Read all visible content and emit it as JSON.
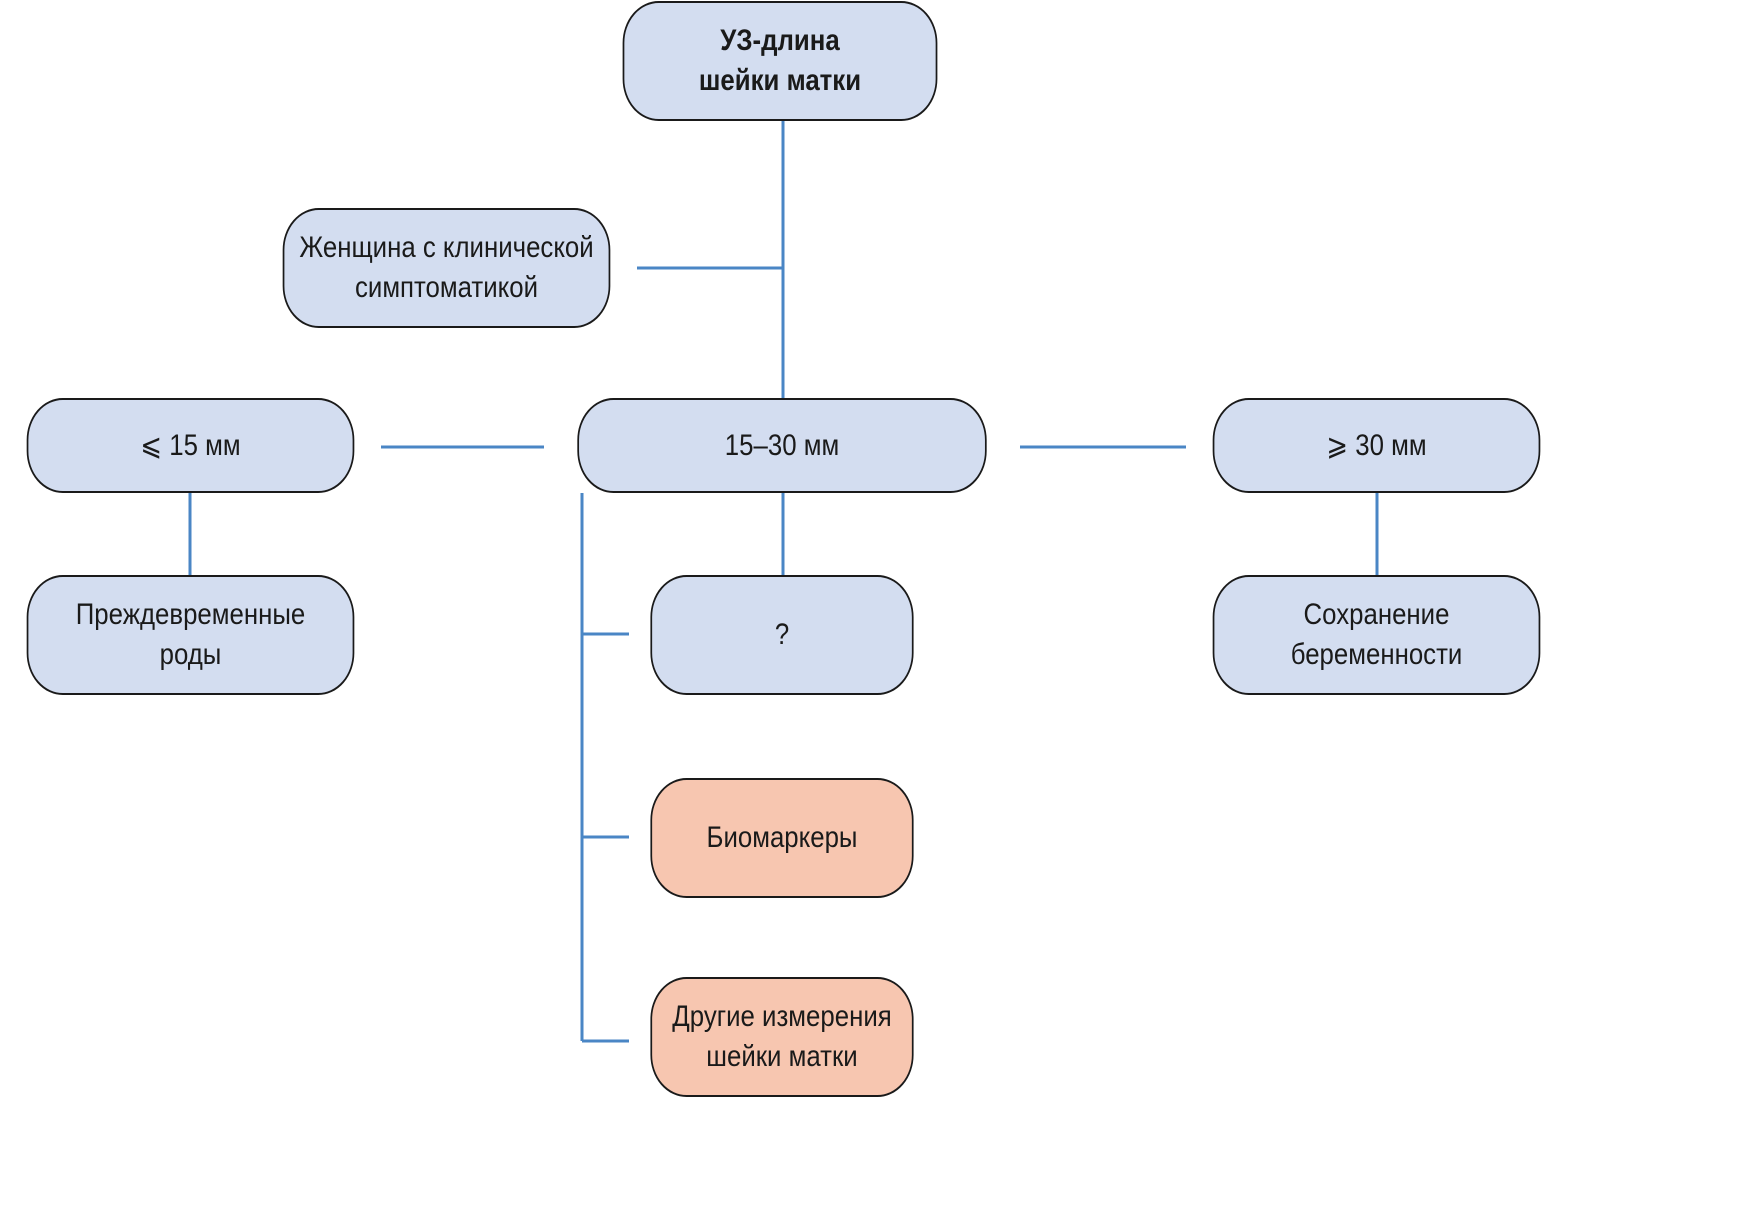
{
  "diagram": {
    "nodes": {
      "root": {
        "text": "УЗ-длина\nшейки матки",
        "fill": "#d3ddf0"
      },
      "symptomatic": {
        "text": "Женщина с клинической\nсимптоматикой",
        "fill": "#d3ddf0"
      },
      "le15": {
        "text": "⩽ 15 мм",
        "fill": "#d3ddf0"
      },
      "mid": {
        "text": "15–30 мм",
        "fill": "#d3ddf0"
      },
      "ge30": {
        "text": "⩾ 30 мм",
        "fill": "#d3ddf0"
      },
      "preterm": {
        "text": "Преждевременные\nроды",
        "fill": "#d3ddf0"
      },
      "unknown": {
        "text": "?",
        "fill": "#d3ddf0"
      },
      "keep": {
        "text": "Сохранение\nбеременности",
        "fill": "#d3ddf0"
      },
      "biomarkers": {
        "text": "Биомаркеры",
        "fill": "#f7c6b0"
      },
      "other": {
        "text": "Другие измерения\nшейки матки",
        "fill": "#f7c6b0"
      }
    },
    "edges": [
      {
        "from": "root",
        "to": "mid"
      },
      {
        "from": "symptomatic",
        "to": "root-mid-trunk"
      },
      {
        "from": "mid",
        "to": "le15"
      },
      {
        "from": "mid",
        "to": "ge30"
      },
      {
        "from": "le15",
        "to": "preterm"
      },
      {
        "from": "mid",
        "to": "unknown"
      },
      {
        "from": "ge30",
        "to": "keep"
      },
      {
        "from": "mid",
        "to": "biomarkers"
      },
      {
        "from": "mid",
        "to": "other"
      }
    ],
    "connector_color": "#4a86c5"
  }
}
